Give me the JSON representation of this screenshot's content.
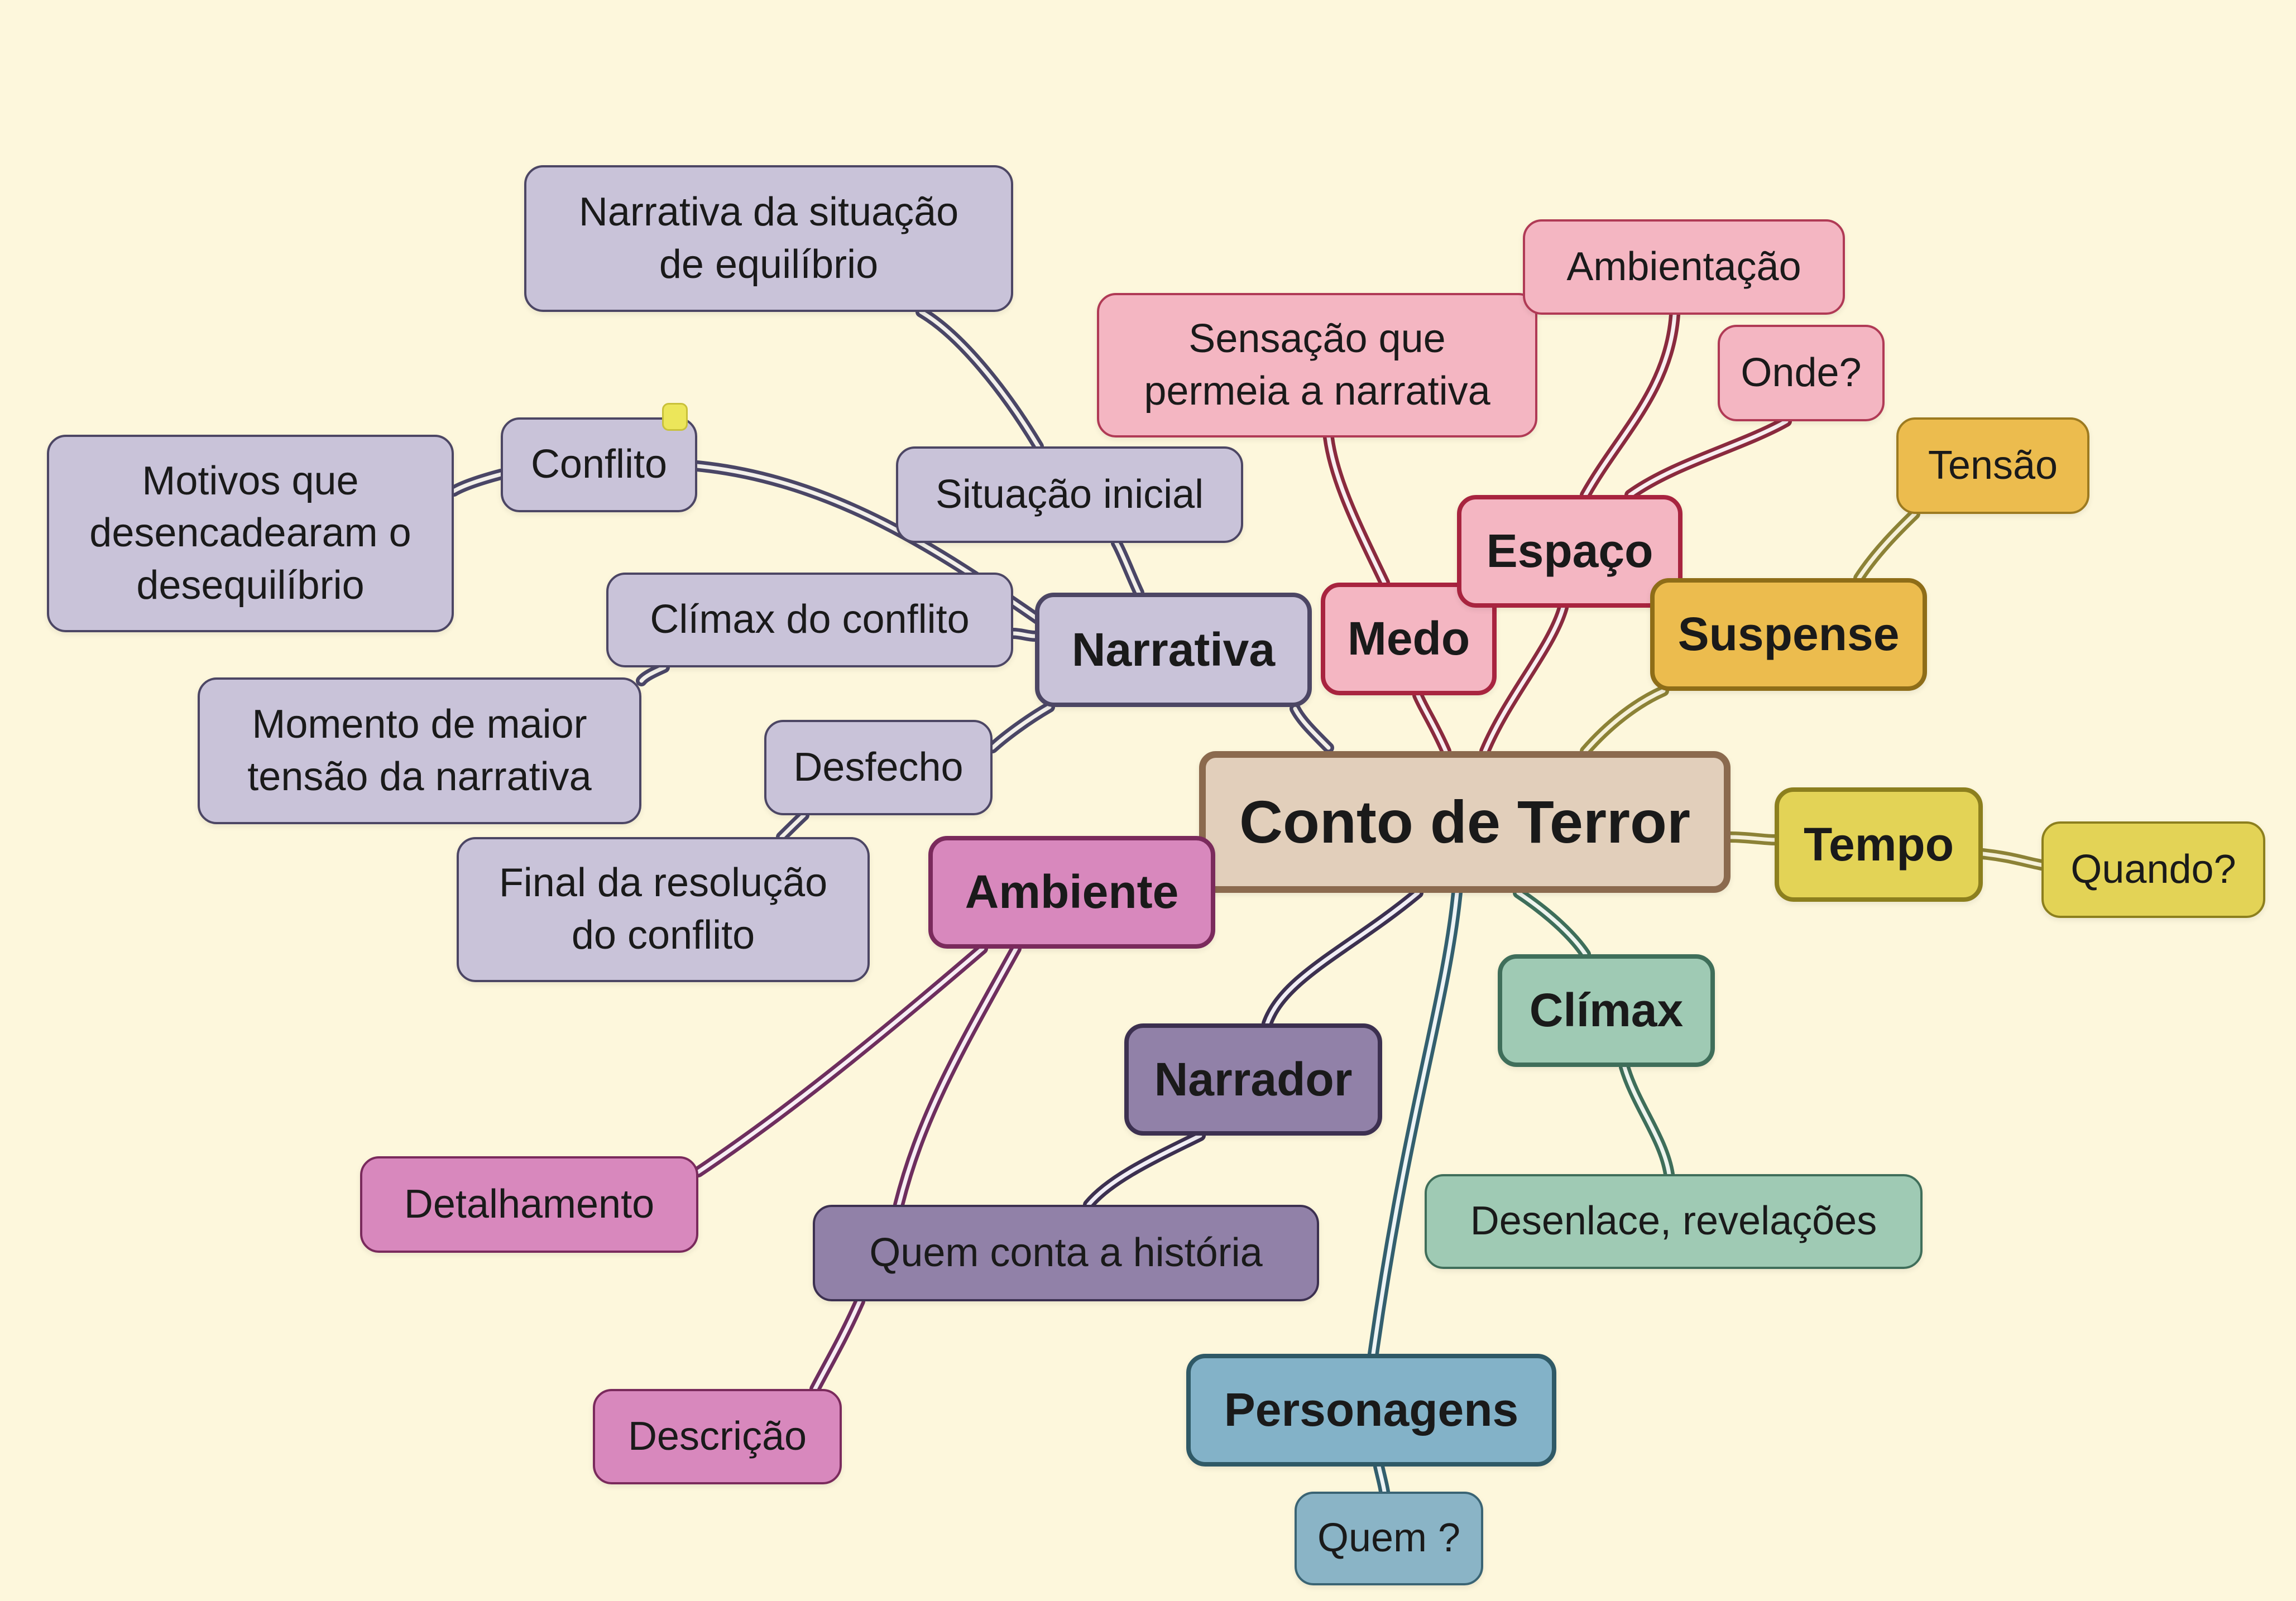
{
  "title": "Conto de Terror",
  "colors": {
    "background": "#fdf7dc",
    "narrativa": "#c9c3d9",
    "espaco": "#f4b6c2",
    "suspense": "#ecbc4e",
    "tempo": "#e3d356",
    "climax": "#9fcab4",
    "narrador": "#9181a8",
    "personagens": "#83b2c8",
    "ambiente": "#d888bd",
    "root": "#e2cfbb"
  },
  "nodes": {
    "root": "Conto de Terror",
    "narrativa": "Narrativa",
    "situacao_inicial": "Situação inicial",
    "narrativa_equilibrio": "Narrativa da situação\nde equilíbrio",
    "conflito": "Conflito",
    "motivos": "Motivos que\ndesencadearam o\ndesequilíbrio",
    "climax_conflito": "Clímax do conflito",
    "momento_tensao": "Momento de maior\ntensão da narrativa",
    "desfecho": "Desfecho",
    "final_resolucao": "Final da resolução\ndo conflito",
    "medo": "Medo",
    "sensacao": "Sensação que\npermeia a narrativa",
    "espaco": "Espaço",
    "ambientacao": "Ambientação",
    "onde": "Onde?",
    "suspense": "Suspense",
    "tensao": "Tensão",
    "tempo": "Tempo",
    "quando": "Quando?",
    "climax": "Clímax",
    "desenlace": "Desenlace, revelações",
    "personagens": "Personagens",
    "quem": "Quem ?",
    "narrador": "Narrador",
    "quem_conta": "Quem conta a história",
    "ambiente": "Ambiente",
    "detalhamento": "Detalhamento",
    "descricao": "Descrição"
  }
}
